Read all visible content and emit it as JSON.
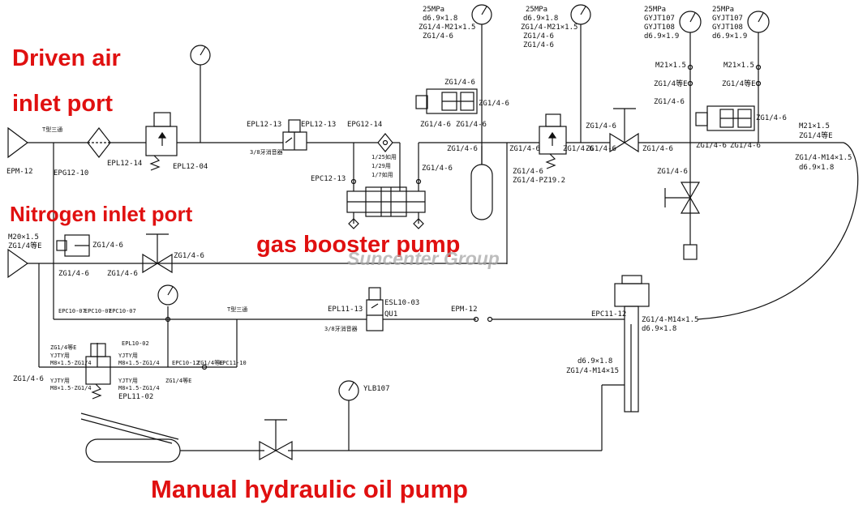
{
  "callouts": {
    "driven_air_line1": "Driven air",
    "driven_air_line2": "inlet port",
    "nitrogen": "Nitrogen inlet port",
    "booster": "gas booster pump",
    "manual_pump": "Manual hydraulic oil pump"
  },
  "watermark": "Suncenter Group",
  "labels": {
    "epm12_left": "EPM-12",
    "tee_air": "T型三通",
    "epg12_10": "EPG12-10",
    "epl12_14": "EPL12-14",
    "epl12_04": "EPL12-04",
    "epl12_13a": "EPL12-13",
    "epl12_13b": "EPL12-13",
    "muffler_top": "3/8牙消音器",
    "epg12_14": "EPG12-14",
    "epc12_13": "EPC12-13",
    "ratio_1": "1/25如用",
    "ratio_2": "1/29用",
    "ratio_3": "1/7如用",
    "zg_pump_right": "ZG1/4-6",
    "zg_acc_left": "ZG1/4-6",
    "zg_top1_left": "ZG1/4-6",
    "zg_top1_bot": "ZG1/4-6",
    "zg_top1_right": "ZG1/4-6",
    "zg_top1_bot2": "ZG1/4-6",
    "g1_l1": "25MPa",
    "g1_l2": "d6.9×1.8",
    "g1_l3": "ZG1/4-M21×1.5",
    "g1_l4": "ZG1/4-6",
    "g2_l1": "25MPa",
    "g2_l2": "d6.9×1.8",
    "g2_l3": "ZG1/4-M21×1.5",
    "g2_l4": "ZG1/4-6",
    "g2_l5": "ZG1/4-6",
    "g3_l1": "25MPa",
    "g3_l2": "GYJT107",
    "g3_l3": "GYJT108",
    "g3_l4": "d6.9×1.9",
    "g4_l1": "25MPa",
    "g4_l2": "GYJT107",
    "g4_l3": "GYJT108",
    "g4_l4": "d6.9×1.9",
    "m21_a": "M21×1.5",
    "m21_b": "M21×1.5",
    "zg_eq_a": "ZG1/4等E",
    "zg_eq_b": "ZG1/4等E",
    "zg_mid_a": "ZG1/4-6",
    "zg_mid_b": "ZG1/4-6",
    "zg_reg2_l": "ZG1/4-6",
    "zg_reg2_r": "ZG1/4-6",
    "zg_reg2_b1": "ZG1/4-6",
    "zg_reg2_b2": "ZG1/4-PZ19.2",
    "zg_valve1_top": "ZG1/4-6",
    "zg_valve1_r": "ZG1/4-6",
    "zg_valve2_l": "ZG1/4-6",
    "zg_right_l1": "ZG1/4-6",
    "zg_right_l2": "ZG1/4-6",
    "zg_right_top": "ZG1/4-6",
    "out_l1": "M21×1.5",
    "out_l2": "ZG1/4等E",
    "out_l3": "ZG1/4-M14×1.5",
    "out_l4": "d6.9×1.8",
    "m20": "M20×1.5",
    "zg_n2_eq": "ZG1/4等E",
    "zg_n2_check_r": "ZG1/4-6",
    "zg_n2_check_b": "ZG1/4-6",
    "zg_n2_valve_l": "ZG1/4-6",
    "zg_n2_valve_r": "ZG1/4-6",
    "epc10_a": "EPC10-07",
    "epc10_b": "EPC10-07",
    "epc10_c": "EPC10-07",
    "tee_low": "T型三通",
    "epl11_13": "EPL11-13",
    "esl10_03": "ESL10-03",
    "qu1": "QU1",
    "muffler_low": "3/8牙消音器",
    "epm12_mid": "EPM-12",
    "epc11_12": "EPC11-12",
    "cyl_l1": "ZG1/4-M14×1.5",
    "cyl_l2": "d6.9×1.8",
    "cyl_l3": "d6.9×1.8",
    "cyl_l4": "ZG1/4-M14×15",
    "zg_low_left": "ZG1/4-6",
    "tiny_1": "ZG1/4等E",
    "tiny_2": "YJTY用",
    "tiny_3": "M8×1.5-ZG1/4",
    "tiny_4": "EPL10-02",
    "tiny_5": "YJTY用",
    "tiny_6": "M8×1.5-ZG1/4",
    "tiny_7": "YJTY用",
    "tiny_8": "M8×1.5-ZG1/4",
    "tiny_9": "YJTY用",
    "tiny_10": "M8×1.5-ZG1/4",
    "tiny_11": "ZG1/4等E",
    "epl11_02": "EPL11-02",
    "epc10_12": "EPC10-12",
    "epc10_12b": "ZG1/4等E",
    "epc11_10": "EPC11-10",
    "ylb": "YLB107"
  },
  "colors": {
    "line": "#111111",
    "callout": "#e01010",
    "watermark": "#a8a8a8"
  }
}
